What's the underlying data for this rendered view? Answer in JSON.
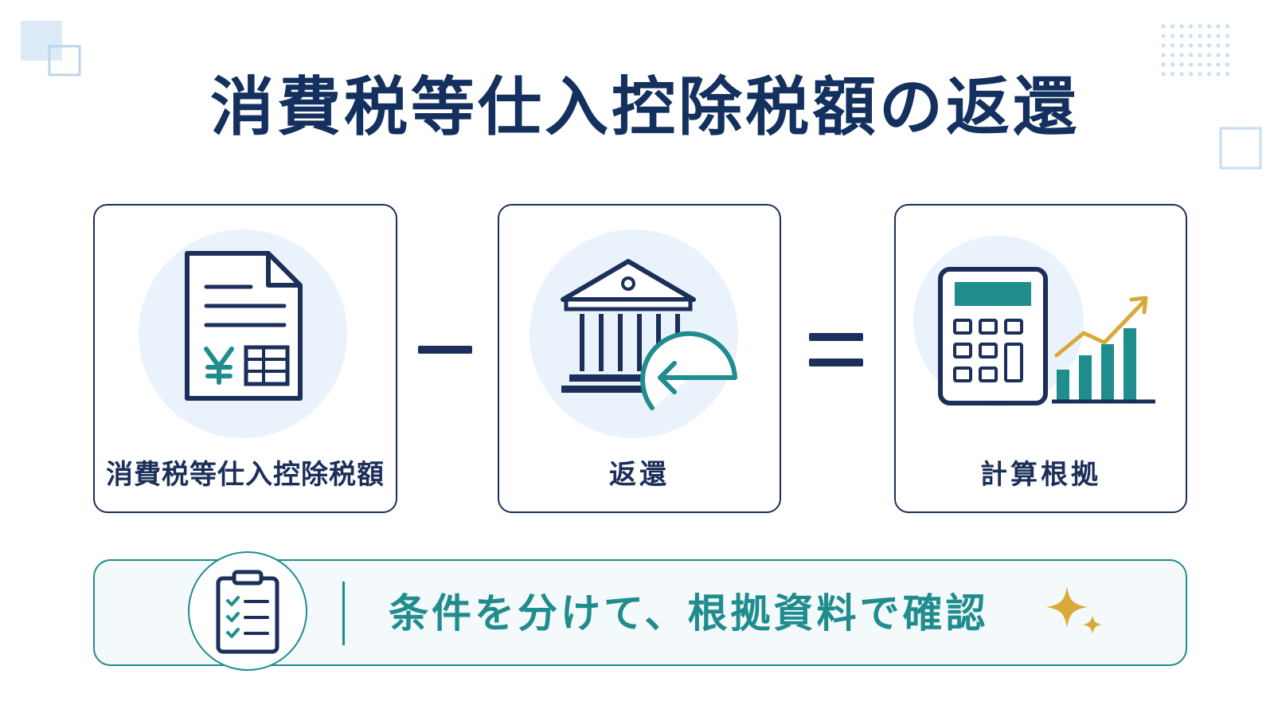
{
  "title": "消費税等仕入控除税額の返還",
  "cards": [
    {
      "label": "消費税等仕入控除税額",
      "icon": "invoice-yen-document-icon"
    },
    {
      "label": "返還",
      "icon": "bank-return-arrow-icon"
    },
    {
      "label": "計算根拠",
      "icon": "calculator-growth-chart-icon"
    }
  ],
  "operators": [
    "minus",
    "equals"
  ],
  "banner": {
    "text": "条件を分けて、根拠資料で確認",
    "icon": "clipboard-checklist-icon",
    "accent_icon": "sparkle-icon"
  },
  "colors": {
    "navy": "#1b2f5a",
    "teal": "#1f8c8d",
    "gold": "#d9a93a",
    "light_blue": "#eaf3fb"
  }
}
